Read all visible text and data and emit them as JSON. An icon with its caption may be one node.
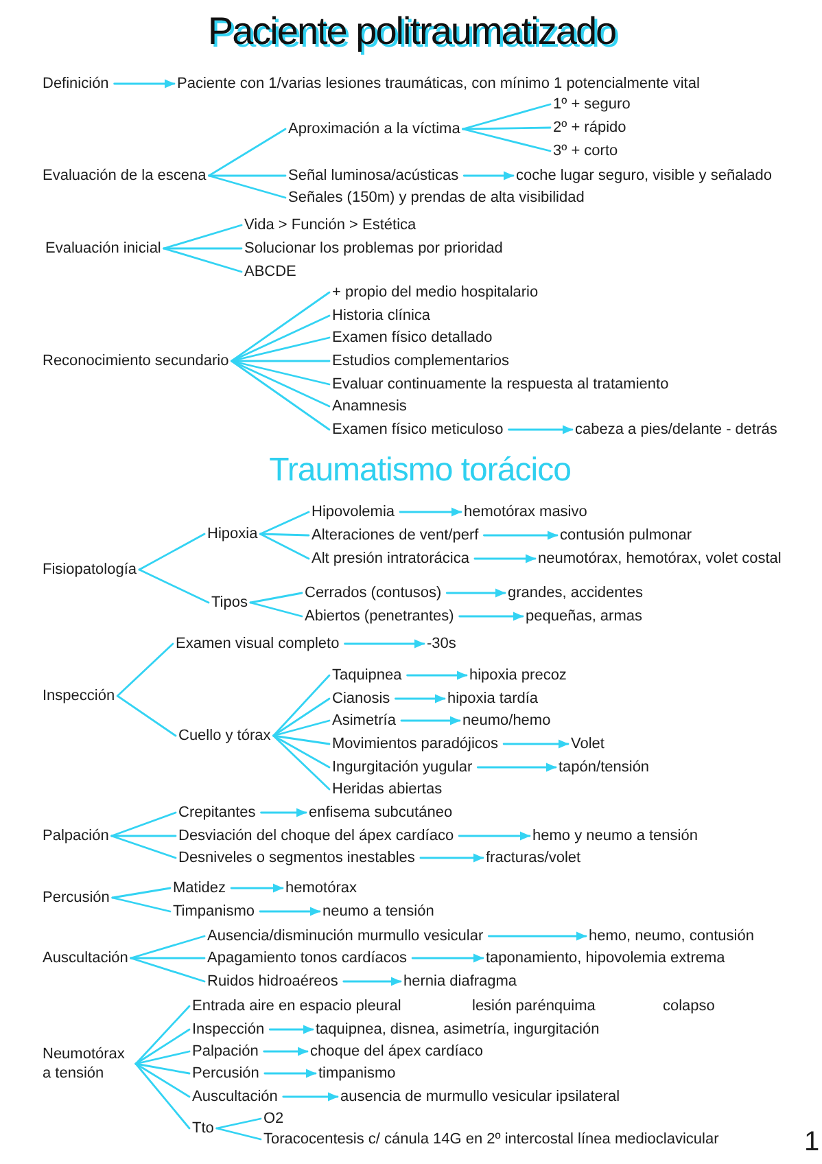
{
  "diagram": {
    "title": "Paciente politraumatizado",
    "nodes": [
      {
        "text": [
          "Definición"
        ]
      },
      {
        "text": [
          "Paciente con 1/varias lesiones traumáticas, con mínimo 1 potencialmente vital"
        ]
      },
      {
        "text": [
          "Evaluación de la escena"
        ]
      },
      {
        "text": [
          "Aproximación a la víctima"
        ]
      },
      {
        "text": [
          "1º + seguro"
        ]
      },
      {
        "text": [
          "2º + rápido"
        ]
      },
      {
        "text": [
          "3º + corto"
        ]
      },
      {
        "text": [
          "Señal luminosa/acústicas"
        ]
      },
      {
        "text": [
          "coche lugar seguro, visible y señalado"
        ]
      },
      {
        "text": [
          "Señales (150m) y prendas de alta visibilidad"
        ]
      },
      {
        "text": [
          "Evaluación inicial"
        ]
      },
      {
        "text": [
          "Vida > Función > Estética"
        ]
      },
      {
        "text": [
          "Solucionar los problemas por prioridad"
        ]
      },
      {
        "text": [
          "ABCDE"
        ]
      },
      {
        "text": [
          "Reconocimiento secundario"
        ]
      },
      {
        "text": [
          "+ propio del medio hospitalario"
        ]
      },
      {
        "text": [
          "Historia clínica"
        ]
      },
      {
        "text": [
          "Examen físico detallado"
        ]
      },
      {
        "text": [
          "Estudios complementarios"
        ]
      },
      {
        "text": [
          "Evaluar continuamente la respuesta al tratamiento"
        ]
      },
      {
        "text": [
          "Anamnesis"
        ]
      },
      {
        "text": [
          "Examen físico meticuloso"
        ]
      },
      {
        "text": [
          "cabeza a pies/delante - detrás"
        ]
      },
      {
        "text": [
          "Fisiopatología"
        ]
      },
      {
        "text": [
          "Hipoxia"
        ]
      },
      {
        "text": [
          "Hipovolemia"
        ]
      },
      {
        "text": [
          "hemotórax masivo"
        ]
      },
      {
        "text": [
          "Alteraciones de vent/perf"
        ]
      },
      {
        "text": [
          "contusión pulmonar"
        ]
      },
      {
        "text": [
          "Alt presión intratorácica"
        ]
      },
      {
        "text": [
          "neumotórax, hemotórax, volet costal"
        ]
      },
      {
        "text": [
          "Tipos"
        ]
      },
      {
        "text": [
          "Cerrados (contusos)"
        ]
      },
      {
        "text": [
          "grandes, accidentes"
        ]
      },
      {
        "text": [
          "Abiertos (penetrantes)"
        ]
      },
      {
        "text": [
          "pequeñas, armas"
        ]
      },
      {
        "text": [
          "Inspección"
        ]
      },
      {
        "text": [
          "Examen visual completo"
        ]
      },
      {
        "text": [
          "-30s"
        ]
      },
      {
        "text": [
          "Cuello y tórax"
        ]
      },
      {
        "text": [
          "Taquipnea"
        ]
      },
      {
        "text": [
          "hipoxia precoz"
        ]
      },
      {
        "text": [
          "Cianosis"
        ]
      },
      {
        "text": [
          "hipoxia tardía"
        ]
      },
      {
        "text": [
          "Asimetría"
        ]
      },
      {
        "text": [
          "neumo/hemo"
        ]
      },
      {
        "text": [
          "Movimientos paradójicos"
        ]
      },
      {
        "text": [
          "Volet"
        ]
      },
      {
        "text": [
          "Ingurgitación yugular"
        ]
      },
      {
        "text": [
          "tapón/tensión"
        ]
      },
      {
        "text": [
          "Heridas abiertas"
        ]
      },
      {
        "text": [
          "Palpación"
        ]
      },
      {
        "text": [
          "Crepitantes"
        ]
      },
      {
        "text": [
          "enfisema subcutáneo"
        ]
      },
      {
        "text": [
          "Desviación del choque del ápex cardíaco"
        ]
      },
      {
        "text": [
          "hemo y neumo a tensión"
        ]
      },
      {
        "text": [
          "Desniveles o segmentos inestables"
        ]
      },
      {
        "text": [
          "fracturas/volet"
        ]
      },
      {
        "text": [
          "Percusión"
        ]
      },
      {
        "text": [
          "Matidez"
        ]
      },
      {
        "text": [
          "hemotórax"
        ]
      },
      {
        "text": [
          "Timpanismo"
        ]
      },
      {
        "text": [
          "neumo a tensión"
        ]
      },
      {
        "text": [
          "Auscultación"
        ]
      },
      {
        "text": [
          "Ausencia/disminución murmullo vesicular"
        ]
      },
      {
        "text": [
          "hemo, neumo, contusión"
        ]
      },
      {
        "text": [
          "Apagamiento tonos cardíacos"
        ]
      },
      {
        "text": [
          "taponamiento, hipovolemia extrema"
        ]
      },
      {
        "text": [
          "Ruidos hidroaéreos"
        ]
      },
      {
        "text": [
          "hernia diafragma"
        ]
      },
      {
        "text": [
          "Neumotórax a tensión"
        ]
      },
      {
        "text": [
          "Entrada aire en espacio pleural"
        ]
      },
      {
        "text": [
          "Inspección"
        ]
      },
      {
        "text": [
          "taquipnea, disnea, asimetría, ingurgitación"
        ]
      },
      {
        "text": [
          "Palpación"
        ]
      },
      {
        "text": [
          "choque del ápex cardíaco"
        ]
      },
      {
        "text": [
          "Percusión"
        ]
      },
      {
        "text": [
          "timpanismo"
        ]
      },
      {
        "text": [
          "Auscultación"
        ]
      },
      {
        "text": [
          "ausencia de murmullo vesicular ipsilateral"
        ]
      },
      {
        "text": [
          "Tto"
        ]
      },
      {
        "text": [
          "O2"
        ]
      },
      {
        "text": [
          "Toracocentesis c/ cánula 14G en 2º intercostal línea medioclavicular"
        ]
      }
    ],
    "edges": [
      {
        "from": 0,
        "to": 1,
        "arrow": "to"
      },
      {
        "from": 2,
        "to": 3,
        "arrow": "none"
      },
      {
        "from": 2,
        "to": 7,
        "arrow": "none"
      },
      {
        "from": 2,
        "to": 9,
        "arrow": "none"
      },
      {
        "from": 3,
        "to": 4,
        "arrow": "none"
      },
      {
        "from": 3,
        "to": 5,
        "arrow": "none"
      },
      {
        "from": 3,
        "to": 6,
        "arrow": "none"
      },
      {
        "from": 7,
        "to": 8,
        "arrow": "to"
      },
      {
        "from": 10,
        "to": 11,
        "arrow": "none"
      },
      {
        "from": 10,
        "to": 12,
        "arrow": "none"
      },
      {
        "from": 10,
        "to": 13,
        "arrow": "none"
      },
      {
        "from": 14,
        "to": 15,
        "arrow": "none"
      },
      {
        "from": 14,
        "to": 16,
        "arrow": "none"
      },
      {
        "from": 14,
        "to": 17,
        "arrow": "none"
      },
      {
        "from": 14,
        "to": 18,
        "arrow": "none"
      },
      {
        "from": 14,
        "to": 19,
        "arrow": "none"
      },
      {
        "from": 14,
        "to": 20,
        "arrow": "none"
      },
      {
        "from": 14,
        "to": 21,
        "arrow": "none"
      },
      {
        "from": 21,
        "to": 22,
        "arrow": "to"
      },
      {
        "from": 23,
        "to": 24,
        "arrow": "none"
      },
      {
        "from": 23,
        "to": 31,
        "arrow": "none"
      },
      {
        "from": 24,
        "to": 25,
        "arrow": "none"
      },
      {
        "from": 24,
        "to": 27,
        "arrow": "none"
      },
      {
        "from": 24,
        "to": 29,
        "arrow": "none"
      },
      {
        "from": 25,
        "to": 26,
        "arrow": "to"
      },
      {
        "from": 27,
        "to": 28,
        "arrow": "to"
      },
      {
        "from": 29,
        "to": 30,
        "arrow": "to"
      },
      {
        "from": 31,
        "to": 32,
        "arrow": "none"
      },
      {
        "from": 31,
        "to": 34,
        "arrow": "none"
      },
      {
        "from": 32,
        "to": 33,
        "arrow": "to"
      },
      {
        "from": 34,
        "to": 35,
        "arrow": "to"
      },
      {
        "from": 36,
        "to": 37,
        "arrow": "none"
      },
      {
        "from": 36,
        "to": 39,
        "arrow": "none"
      },
      {
        "from": 37,
        "to": 38,
        "arrow": "to"
      },
      {
        "from": 39,
        "to": 40,
        "arrow": "none"
      },
      {
        "from": 39,
        "to": 42,
        "arrow": "none"
      },
      {
        "from": 39,
        "to": 44,
        "arrow": "none"
      },
      {
        "from": 39,
        "to": 46,
        "arrow": "none"
      },
      {
        "from": 39,
        "to": 48,
        "arrow": "none"
      },
      {
        "from": 39,
        "to": 50,
        "arrow": "none"
      },
      {
        "from": 40,
        "to": 41,
        "arrow": "to"
      },
      {
        "from": 42,
        "to": 43,
        "arrow": "to"
      },
      {
        "from": 44,
        "to": 45,
        "arrow": "to"
      },
      {
        "from": 46,
        "to": 47,
        "arrow": "to"
      },
      {
        "from": 48,
        "to": 49,
        "arrow": "to"
      },
      {
        "from": 51,
        "to": 52,
        "arrow": "none"
      },
      {
        "from": 51,
        "to": 54,
        "arrow": "none"
      },
      {
        "from": 51,
        "to": 56,
        "arrow": "none"
      },
      {
        "from": 52,
        "to": 53,
        "arrow": "to"
      },
      {
        "from": 54,
        "to": 55,
        "arrow": "to"
      },
      {
        "from": 56,
        "to": 57,
        "arrow": "to"
      },
      {
        "from": 58,
        "to": 59,
        "arrow": "none"
      },
      {
        "from": 58,
        "to": 61,
        "arrow": "none"
      },
      {
        "from": 59,
        "to": 60,
        "arrow": "to"
      },
      {
        "from": 61,
        "to": 62,
        "arrow": "to"
      },
      {
        "from": 63,
        "to": 64,
        "arrow": "none"
      },
      {
        "from": 63,
        "to": 66,
        "arrow": "none"
      },
      {
        "from": 63,
        "to": 68,
        "arrow": "none"
      },
      {
        "from": 64,
        "to": 65,
        "arrow": "to"
      },
      {
        "from": 66,
        "to": 67,
        "arrow": "to"
      },
      {
        "from": 68,
        "to": 69,
        "arrow": "to"
      },
      {
        "from": 70,
        "to": 71,
        "arrow": "none"
      },
      {
        "from": 70,
        "to": 72,
        "arrow": "none"
      },
      {
        "from": 70,
        "to": 74,
        "arrow": "none"
      },
      {
        "from": 70,
        "to": 76,
        "arrow": "none"
      },
      {
        "from": 70,
        "to": 78,
        "arrow": "none"
      },
      {
        "from": 70,
        "to": 80,
        "arrow": "none"
      },
      {
        "from": 72,
        "to": 73,
        "arrow": "to"
      },
      {
        "from": 74,
        "to": 75,
        "arrow": "to"
      },
      {
        "from": 76,
        "to": 77,
        "arrow": "to"
      },
      {
        "from": 78,
        "to": 79,
        "arrow": "to"
      },
      {
        "from": 80,
        "to": 81,
        "arrow": "none"
      },
      {
        "from": 80,
        "to": 82,
        "arrow": "none"
      }
    ],
    "labels": [
      "Traumatismo torácico",
      "lesión parénquima",
      "colapso",
      "1"
    ]
  }
}
